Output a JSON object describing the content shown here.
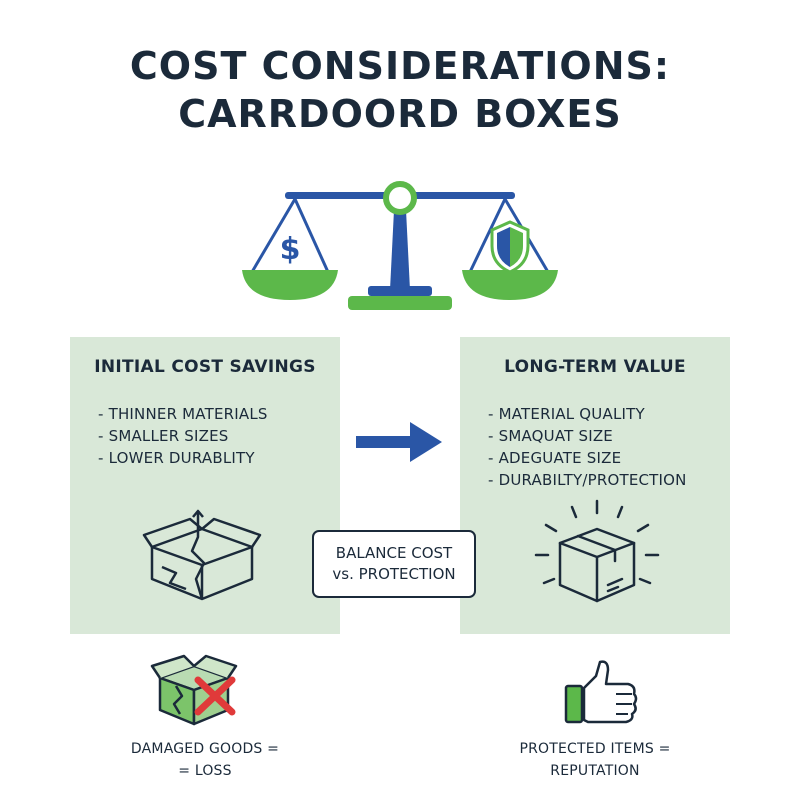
{
  "title": {
    "line1": "COST CONSIDERATIONS:",
    "line2": "CARRDOORD BOXES"
  },
  "scale": {
    "left_pan_symbol": "$",
    "right_pan_icon": "shield-icon"
  },
  "left_panel": {
    "heading": "INITIAL COST SAVINGS",
    "items": [
      "THINNER MATERIALS",
      "SMALLER SIZES",
      "LOWER DURABLITY"
    ],
    "icon": "broken-box-icon"
  },
  "right_panel": {
    "heading": "LONG-TERM VALUE",
    "items": [
      "MATERIAL QUALITY",
      "SMAQUAT SIZE",
      "ADEGUATE SIZE",
      "DURABILTY/PROTECTION"
    ],
    "icon": "sealed-box-icon"
  },
  "center": {
    "arrow_icon": "right-arrow-icon",
    "balance_line1": "BALANCE COST",
    "balance_line2": "vs. PROTECTION"
  },
  "outcomes": {
    "left_line1": "DAMAGED GOODS =",
    "left_line2": "= LOSS",
    "left_icon": "damaged-box-x-icon",
    "right_line1": "PROTECTED ITEMS =",
    "right_line2": "REPUTATION",
    "right_icon": "thumbs-up-icon"
  },
  "colors": {
    "navy": "#1b2a3a",
    "blue": "#2a56a6",
    "green": "#5cb84a",
    "panel_green": "#d9e8d8",
    "red": "#e03a3a"
  }
}
